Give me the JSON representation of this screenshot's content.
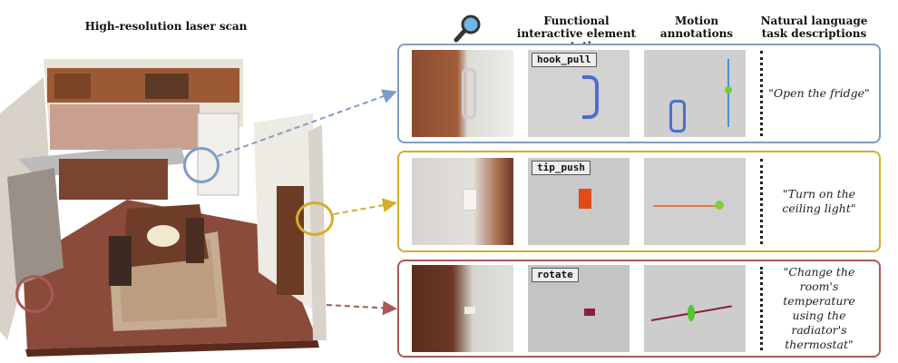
{
  "headers": {
    "scan": "High-resolution laser scan",
    "functional": "Functional interactive element annotations",
    "motion": "Motion annotations",
    "task": "Natural language task descriptions"
  },
  "icons": {
    "magnifier": "magnifying-glass-icon"
  },
  "colors": {
    "blue": "#7f9dc4",
    "yellow": "#d4ad2a",
    "red": "#a85a55"
  },
  "rows": [
    {
      "id": "fridge",
      "tag": "hook_pull",
      "task": "\"Open the fridge\""
    },
    {
      "id": "light",
      "tag": "tip_push",
      "task": "\"Turn on the ceiling light\""
    },
    {
      "id": "thermo",
      "tag": "rotate",
      "task": "\"Change the room's temperature using the radiator's thermostat\""
    }
  ]
}
